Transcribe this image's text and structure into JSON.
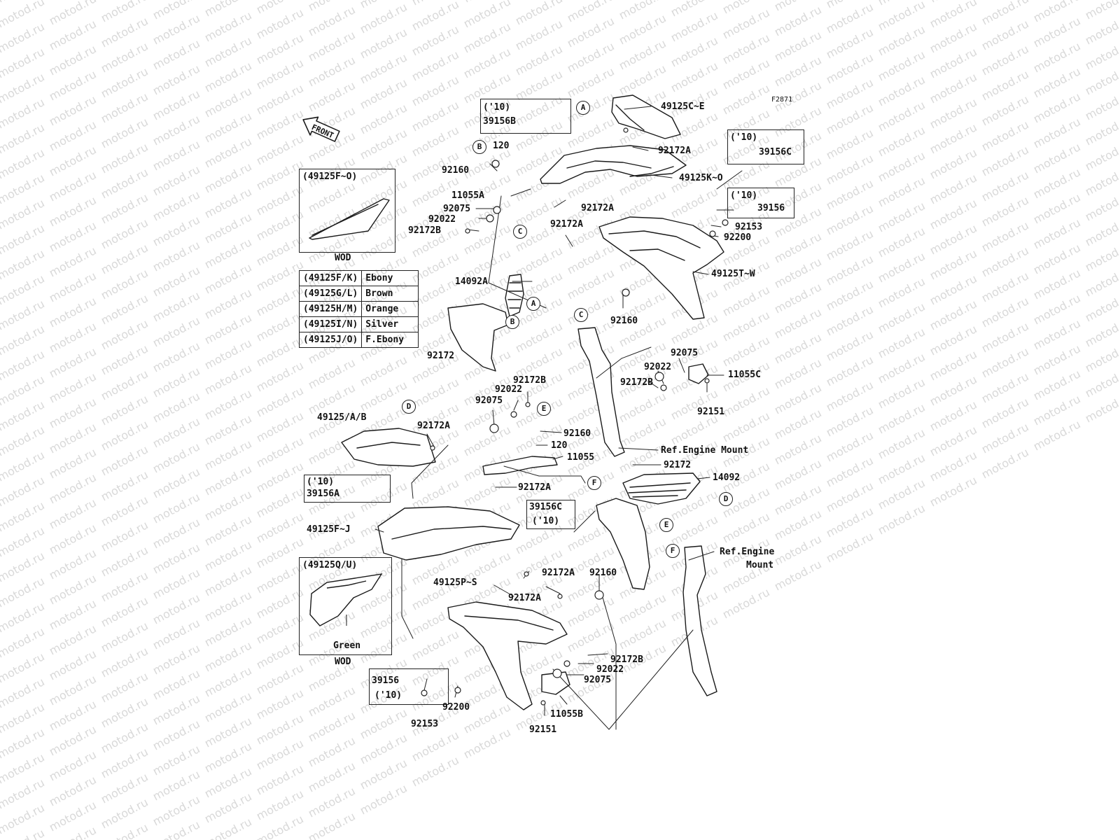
{
  "watermark": "motod.ru",
  "figure_code": "F2871",
  "front_label": "FRONT",
  "callouts": [
    "A",
    "B",
    "C",
    "D",
    "E",
    "F"
  ],
  "color_table": [
    {
      "code": "(49125F/K)",
      "color": "Ebony"
    },
    {
      "code": "(49125G/L)",
      "color": "Brown"
    },
    {
      "code": "(49125H/M)",
      "color": "Orange"
    },
    {
      "code": "(49125I/N)",
      "color": "Silver"
    },
    {
      "code": "(49125J/O)",
      "color": "F.Ebony"
    }
  ],
  "insets": {
    "top": {
      "title": "(49125F~O)",
      "caption": "WOD"
    },
    "bottom": {
      "title": "(49125Q/U)",
      "color": "Green",
      "caption": "WOD"
    }
  },
  "year_boxes": [
    {
      "year": "('10)",
      "part": "39156B"
    },
    {
      "year": "('10)",
      "part": "39156C"
    },
    {
      "year": "('10)",
      "part": "39156"
    },
    {
      "year": "('10)",
      "part": "39156A"
    },
    {
      "part": "39156C",
      "year": "('10)"
    },
    {
      "part": "39156",
      "year": "('10)"
    }
  ],
  "parts": {
    "p49125C_E": "49125C~E",
    "p92172A_1": "92172A",
    "p49125K_O": "49125K~O",
    "p120_1": "120",
    "p92160_1": "92160",
    "p11055A": "11055A",
    "p92075_1": "92075",
    "p92022_1": "92022",
    "p92172B_1": "92172B",
    "p92172A_2": "92172A",
    "p92172A_3": "92172A",
    "p92153_1": "92153",
    "p92200_1": "92200",
    "p49125T_W": "49125T~W",
    "p14092A": "14092A",
    "p92172_1": "92172",
    "p92160_2": "92160",
    "p92075_2": "92075",
    "p92022_2": "92022",
    "p11055C": "11055C",
    "p92172B_2": "92172B",
    "p92151_1": "92151",
    "p92172B_3": "92172B",
    "p92022_3": "92022",
    "p92075_3": "92075",
    "p49125AB": "49125/A/B",
    "p92172A_4": "92172A",
    "p92160_3": "92160",
    "p120_2": "120",
    "p11055": "11055",
    "ref_engine_mount_1": "Ref.Engine Mount",
    "p92172_2": "92172",
    "p14092": "14092",
    "p92172A_5": "92172A",
    "p49125F_J": "49125F~J",
    "ref_engine_1": "Ref.Engine",
    "ref_mount_2": "Mount",
    "p49125P_S": "49125P~S",
    "p92172A_6": "92172A",
    "p92160_4": "92160",
    "p92172A_7": "92172A",
    "p92172B_4": "92172B",
    "p92022_4": "92022",
    "p92075_4": "92075",
    "p92200_2": "92200",
    "p92153_2": "92153",
    "p11055B": "11055B",
    "p92151_2": "92151"
  }
}
